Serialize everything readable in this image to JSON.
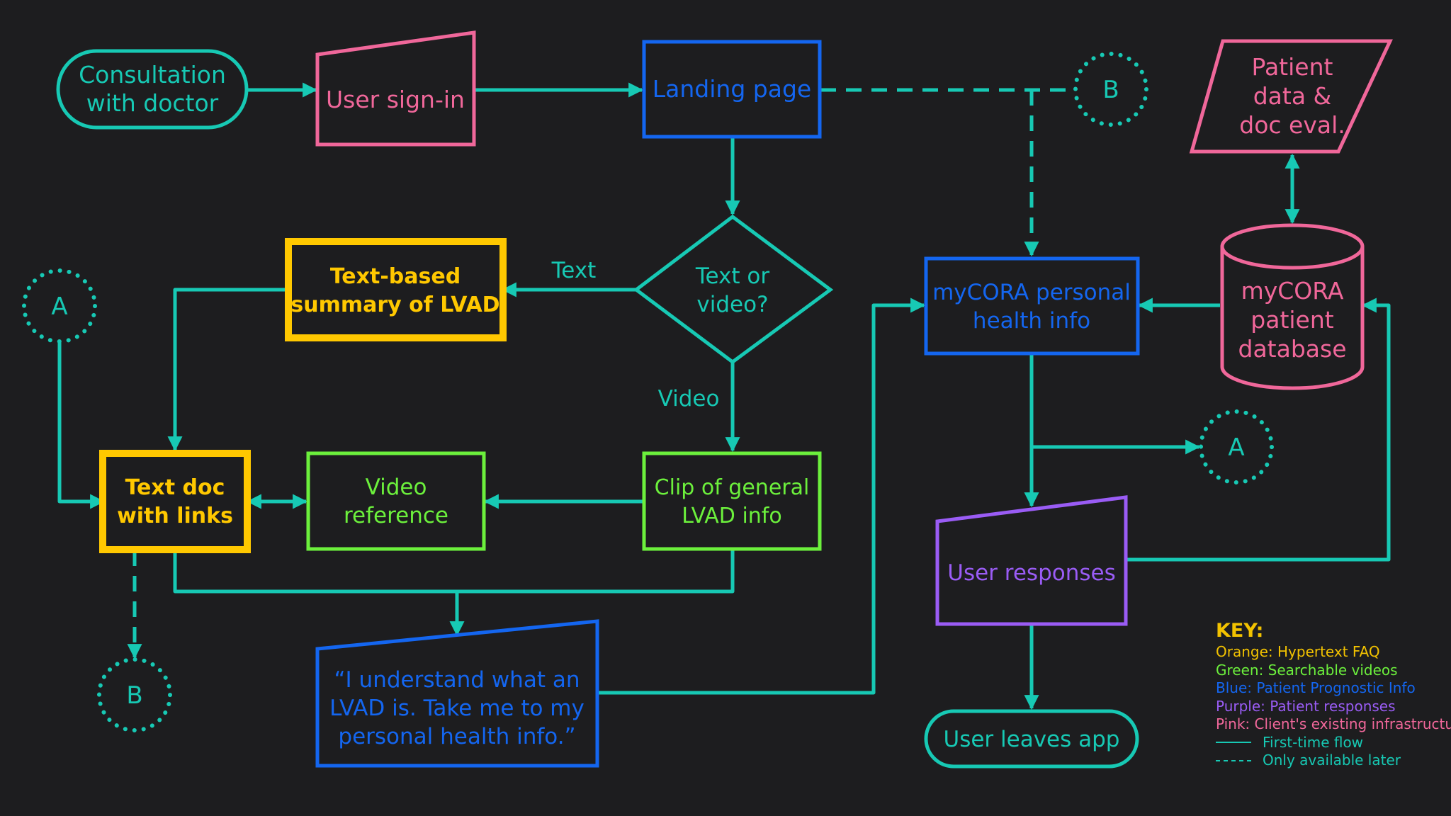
{
  "colors": {
    "background": "#1d1d1f",
    "teal": "#17c9b4",
    "pink": "#f0679a",
    "blue": "#1466f0",
    "yellow": "#ffc800",
    "green": "#6cf03c",
    "purple": "#9a5cf5"
  },
  "nodes": {
    "consultation": [
      "Consultation",
      "with doctor"
    ],
    "signin": [
      "User sign-in"
    ],
    "landing": [
      "Landing page"
    ],
    "connector_b_top": "B",
    "patient_data": [
      "Patient",
      "data &",
      "doc eval."
    ],
    "decision": [
      "Text or",
      "video?"
    ],
    "text_summary": [
      "Text-based",
      "summary of LVAD"
    ],
    "connector_a_left": "A",
    "mycora_info": [
      "myCORA personal",
      "health info"
    ],
    "database": [
      "myCORA",
      "patient",
      "database"
    ],
    "connector_a_right": "A",
    "text_doc": [
      "Text doc",
      "with links"
    ],
    "video_ref": [
      "Video",
      "reference"
    ],
    "clip": [
      "Clip of general",
      "LVAD info"
    ],
    "user_responses": [
      "User responses"
    ],
    "connector_b_bottom": "B",
    "understand": [
      "“I understand what an",
      "LVAD is. Take me to my",
      "personal health info.”"
    ],
    "user_leaves": [
      "User leaves app"
    ]
  },
  "edge_labels": {
    "text": "Text",
    "video": "Video"
  },
  "legend": {
    "title": "KEY:",
    "items": [
      {
        "text": "Orange: Hypertext FAQ",
        "color": "#f2c200"
      },
      {
        "text": "Green: Searchable videos",
        "color": "#6cf03c"
      },
      {
        "text": "Blue: Patient Prognostic Info",
        "color": "#1466f0"
      },
      {
        "text": "Purple: Patient responses",
        "color": "#9a5cf5"
      },
      {
        "text": "Pink: Client's existing infrastructure",
        "color": "#f0679a"
      }
    ],
    "first_time": "First-time flow",
    "later": "Only available later"
  }
}
